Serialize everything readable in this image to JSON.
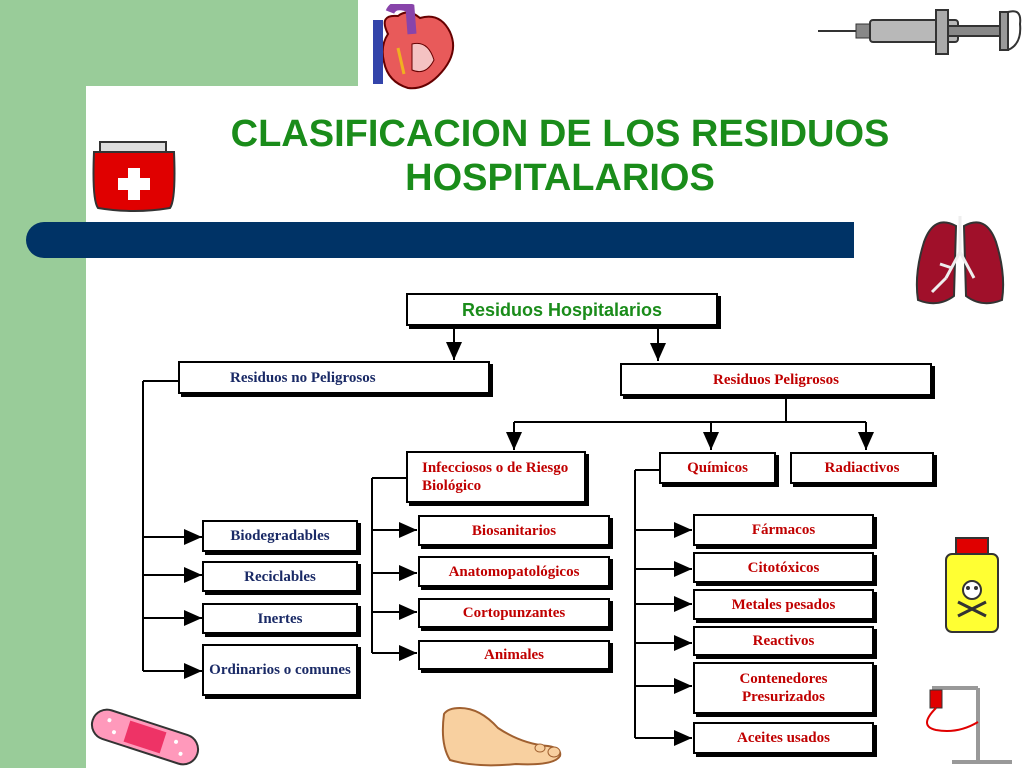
{
  "title": "CLASIFICACION DE LOS RESIDUOS HOSPITALARIOS",
  "colors": {
    "background_band": "#99cc99",
    "title": "#1a8c1a",
    "bar": "#003366",
    "box_text": "#c00000",
    "box_text_navy": "#1a2a66"
  },
  "diagram": {
    "root": "Residuos Hospitalarios",
    "non_hazardous": {
      "label": "Residuos no Peligrosos",
      "children": [
        "Biodegradables",
        "Reciclables",
        "Inertes",
        "Ordinarios o comunes"
      ]
    },
    "hazardous": {
      "label": "Residuos Peligrosos",
      "infectious": {
        "label": "Infecciosos o de Riesgo Biológico",
        "children": [
          "Biosanitarios",
          "Anatomopatológicos",
          "Cortopunzantes",
          "Animales"
        ]
      },
      "chemical": {
        "label": "Químicos",
        "children": [
          "Fármacos",
          "Citotóxicos",
          "Metales pesados",
          "Reactivos",
          "Contenedores Presurizados",
          "Aceites usados"
        ]
      },
      "radioactive": {
        "label": "Radiactivos"
      }
    }
  },
  "decorations": [
    "heart-icon",
    "syringe-icon",
    "blood-bag-icon",
    "lungs-icon",
    "poison-bottle-icon",
    "bandage-icon",
    "foot-icon",
    "iv-stand-icon"
  ]
}
